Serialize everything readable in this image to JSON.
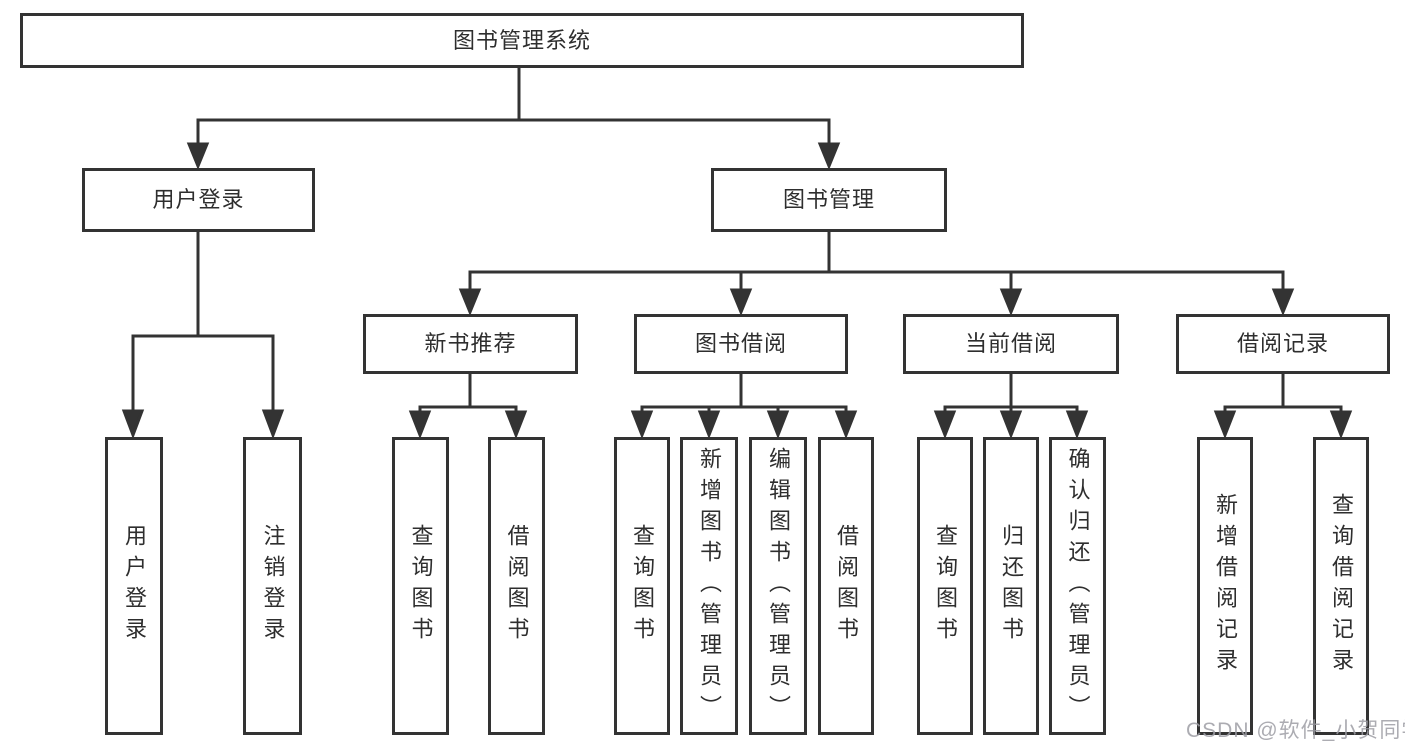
{
  "tree": {
    "root": {
      "label": "图书管理系统"
    },
    "branches": [
      {
        "label": "用户登录",
        "children": [
          {
            "label": "用户登录"
          },
          {
            "label": "注销登录"
          }
        ]
      },
      {
        "label": "图书管理",
        "children": [
          {
            "label": "新书推荐",
            "children": [
              {
                "label": "查询图书"
              },
              {
                "label": "借阅图书"
              }
            ]
          },
          {
            "label": "图书借阅",
            "children": [
              {
                "label": "查询图书"
              },
              {
                "label": "新增图书（管理员）"
              },
              {
                "label": "编辑图书（管理员）"
              },
              {
                "label": "借阅图书"
              }
            ]
          },
          {
            "label": "当前借阅",
            "children": [
              {
                "label": "查询图书"
              },
              {
                "label": "归还图书"
              },
              {
                "label": "确认归还（管理员）"
              }
            ]
          },
          {
            "label": "借阅记录",
            "children": [
              {
                "label": "新增借阅记录"
              },
              {
                "label": "查询借阅记录"
              }
            ]
          }
        ]
      }
    ]
  },
  "colors": {
    "line": "#333333",
    "box_border": "#333333",
    "watermark": "#9e9ea4"
  },
  "watermark": {
    "text": "CSDN @软件_小贺同学"
  }
}
